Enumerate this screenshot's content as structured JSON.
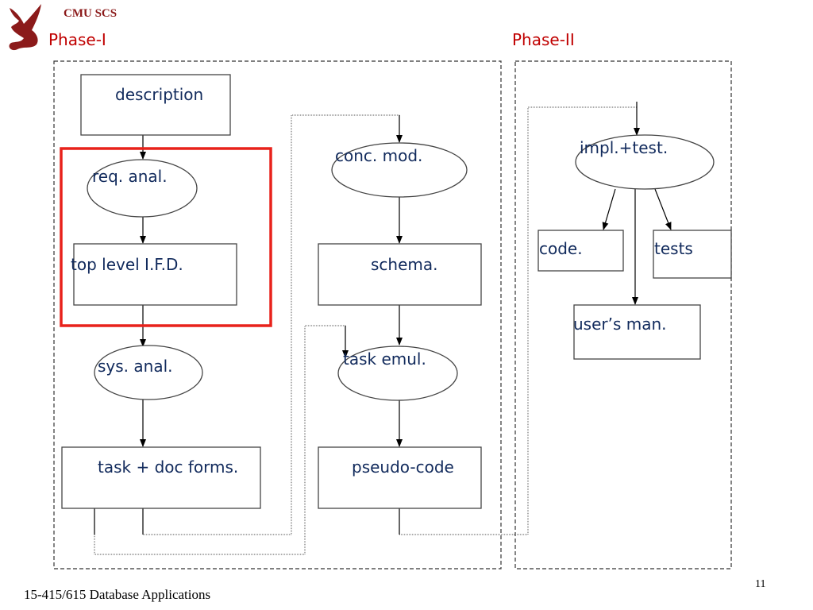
{
  "header": {
    "org": "CMU SCS",
    "phase1": "Phase-I",
    "phase2": "Phase-II"
  },
  "nodes": {
    "description": "description",
    "req_anal": "req. anal.",
    "top_level_ifd": "top level I.F.D.",
    "sys_anal": "sys. anal.",
    "task_doc_forms": "task + doc forms.",
    "conc_mod": "conc. mod.",
    "schema": "schema.",
    "task_emul": "task emul.",
    "pseudo_code": "pseudo-code",
    "impl_test": "impl.+test.",
    "code": "code.",
    "tests": "tests",
    "users_man": "user’s man."
  },
  "footer": {
    "course": "15-415/615 Database Applications",
    "page": "11"
  },
  "colors": {
    "text": "#112a5c",
    "phase": "#c00000",
    "highlight": "#e8221b",
    "logo": "#8b1a1a"
  }
}
